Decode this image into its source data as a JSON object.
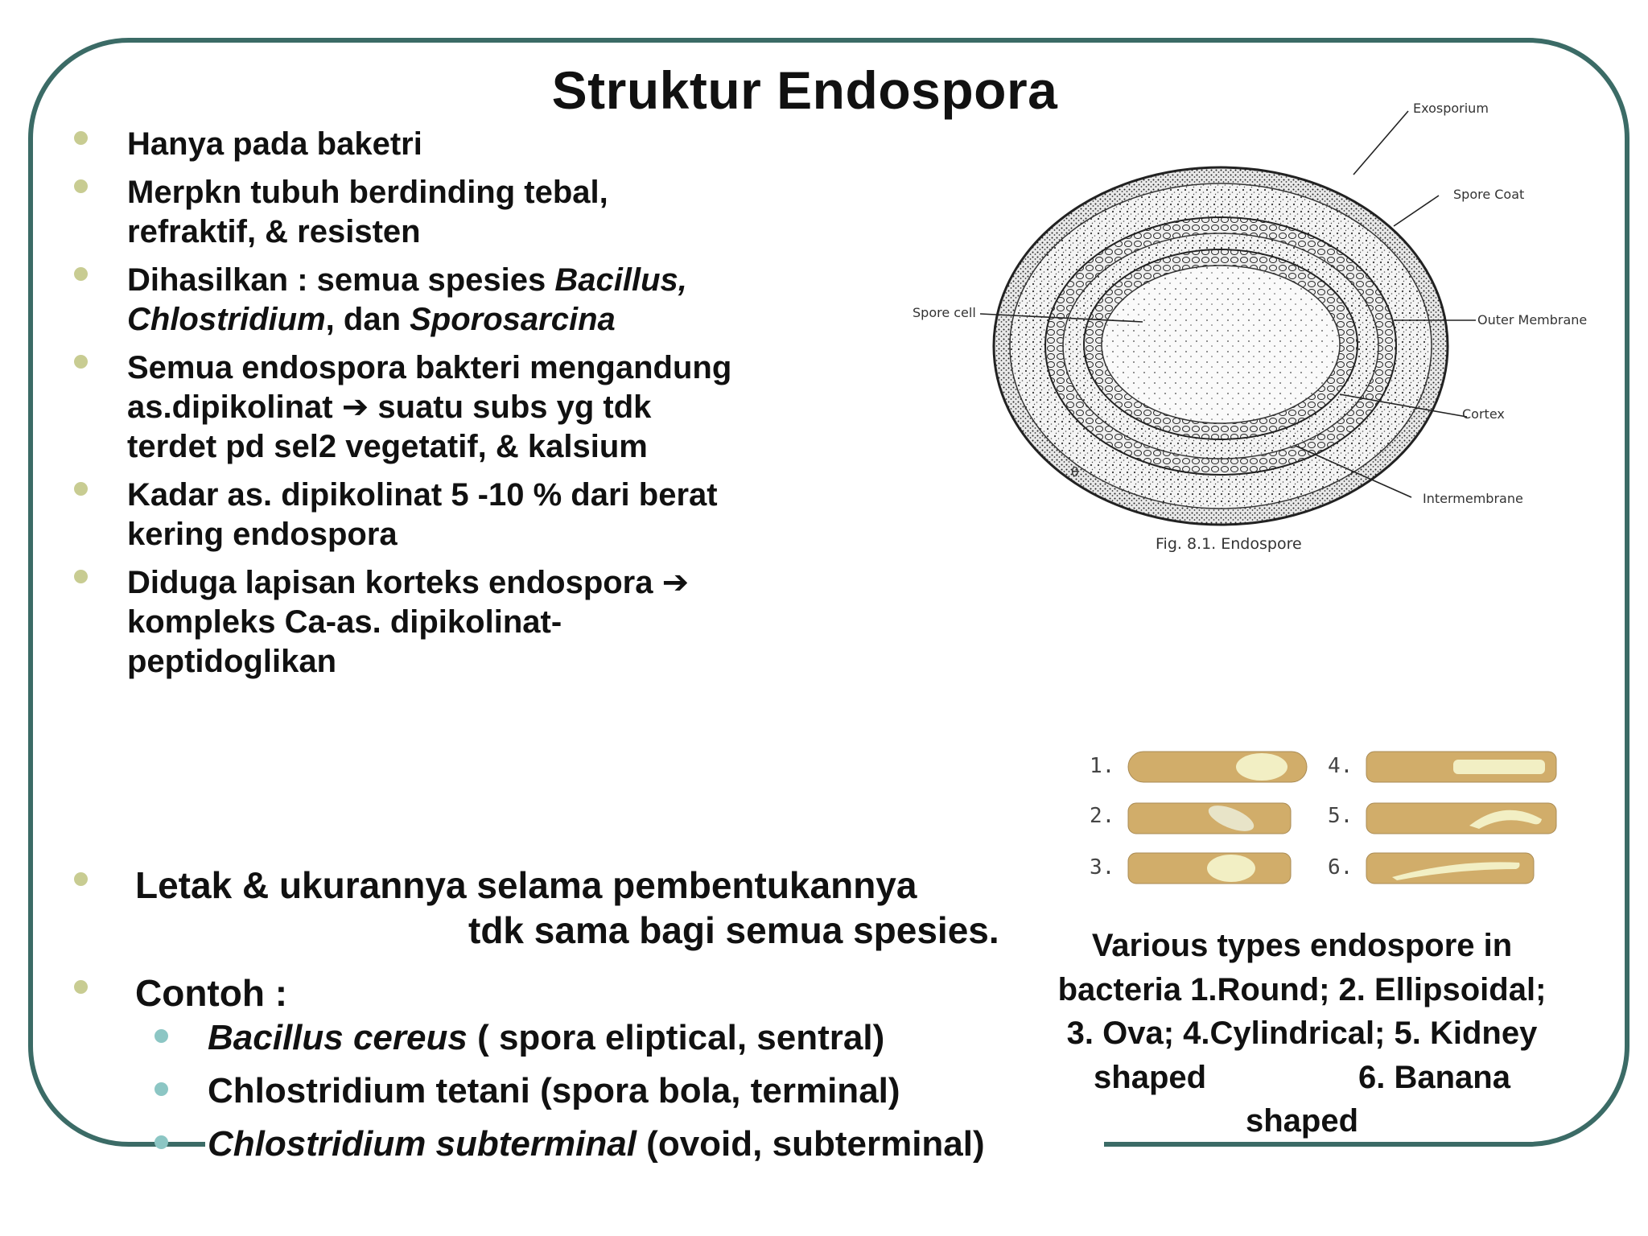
{
  "slide": {
    "title": "Struktur Endospora",
    "bullets": [
      {
        "lines": [
          "Hanya pada baketri"
        ]
      },
      {
        "lines": [
          "Merpkn tubuh berdinding tebal,",
          "refraktif, & resisten"
        ]
      },
      {
        "l1_a": "Dihasilkan : semua spesies ",
        "l1_b": "Bacillus,",
        "l2_a": "Chlostridium",
        "l2_b": ", dan ",
        "l2_c": "Sporosarcina"
      },
      {
        "lines": [
          "Semua endospora bakteri mengandung",
          "as.dipikolinat ➔ suatu subs yg tdk",
          "terdet pd sel2 vegetatif, & kalsium"
        ]
      },
      {
        "lines": [
          "Kadar as. dipikolinat 5 -10 % dari berat",
          "kering endospora"
        ]
      },
      {
        "lines": [
          "Diduga lapisan korteks endospora ➔",
          "kompleks Ca-as. dipikolinat-",
          "peptidoglikan"
        ]
      }
    ],
    "lower_bullets": [
      {
        "line1": "Letak & ukurannya selama pembentukannya",
        "line2": "tdk sama bagi semua spesies."
      },
      {
        "line1": "Contoh :"
      }
    ],
    "examples": [
      {
        "italic": "Bacillus cereus",
        "normal": " ( spora eliptical, sentral)"
      },
      {
        "normal": "Chlostridium tetani (spora bola, terminal)"
      },
      {
        "italic": "Chlostridium subterminal",
        "normal": " (ovoid, subterminal)"
      }
    ],
    "caption_lines": [
      "Various types endospore in",
      "bacteria  1.Round; 2. Ellipsoidal;",
      "3. Ova; 4.Cylindrical; 5. Kidney",
      "shaped                 6. Banana",
      "shaped"
    ]
  },
  "endospore_figure": {
    "labels": {
      "exosporium": "Exosporium",
      "spore_coat": "Spore Coat",
      "spore_cell": "Spore cell",
      "outer_membrane": "Outer Membrane",
      "cortex": "Cortex",
      "intermembrane": "Intermembrane"
    },
    "caption": "Fig. 8.1. Endospore",
    "corner_mark": "θ"
  },
  "types_figure": {
    "numbers": [
      "1.",
      "2.",
      "3.",
      "4.",
      "5.",
      "6."
    ],
    "cell_color": "#d1ad6a",
    "spore_color": "#f2efc4"
  },
  "colors": {
    "frame": "#3b6b66",
    "bullet_primary": "#c8cc92",
    "bullet_secondary": "#8cc6c4"
  }
}
